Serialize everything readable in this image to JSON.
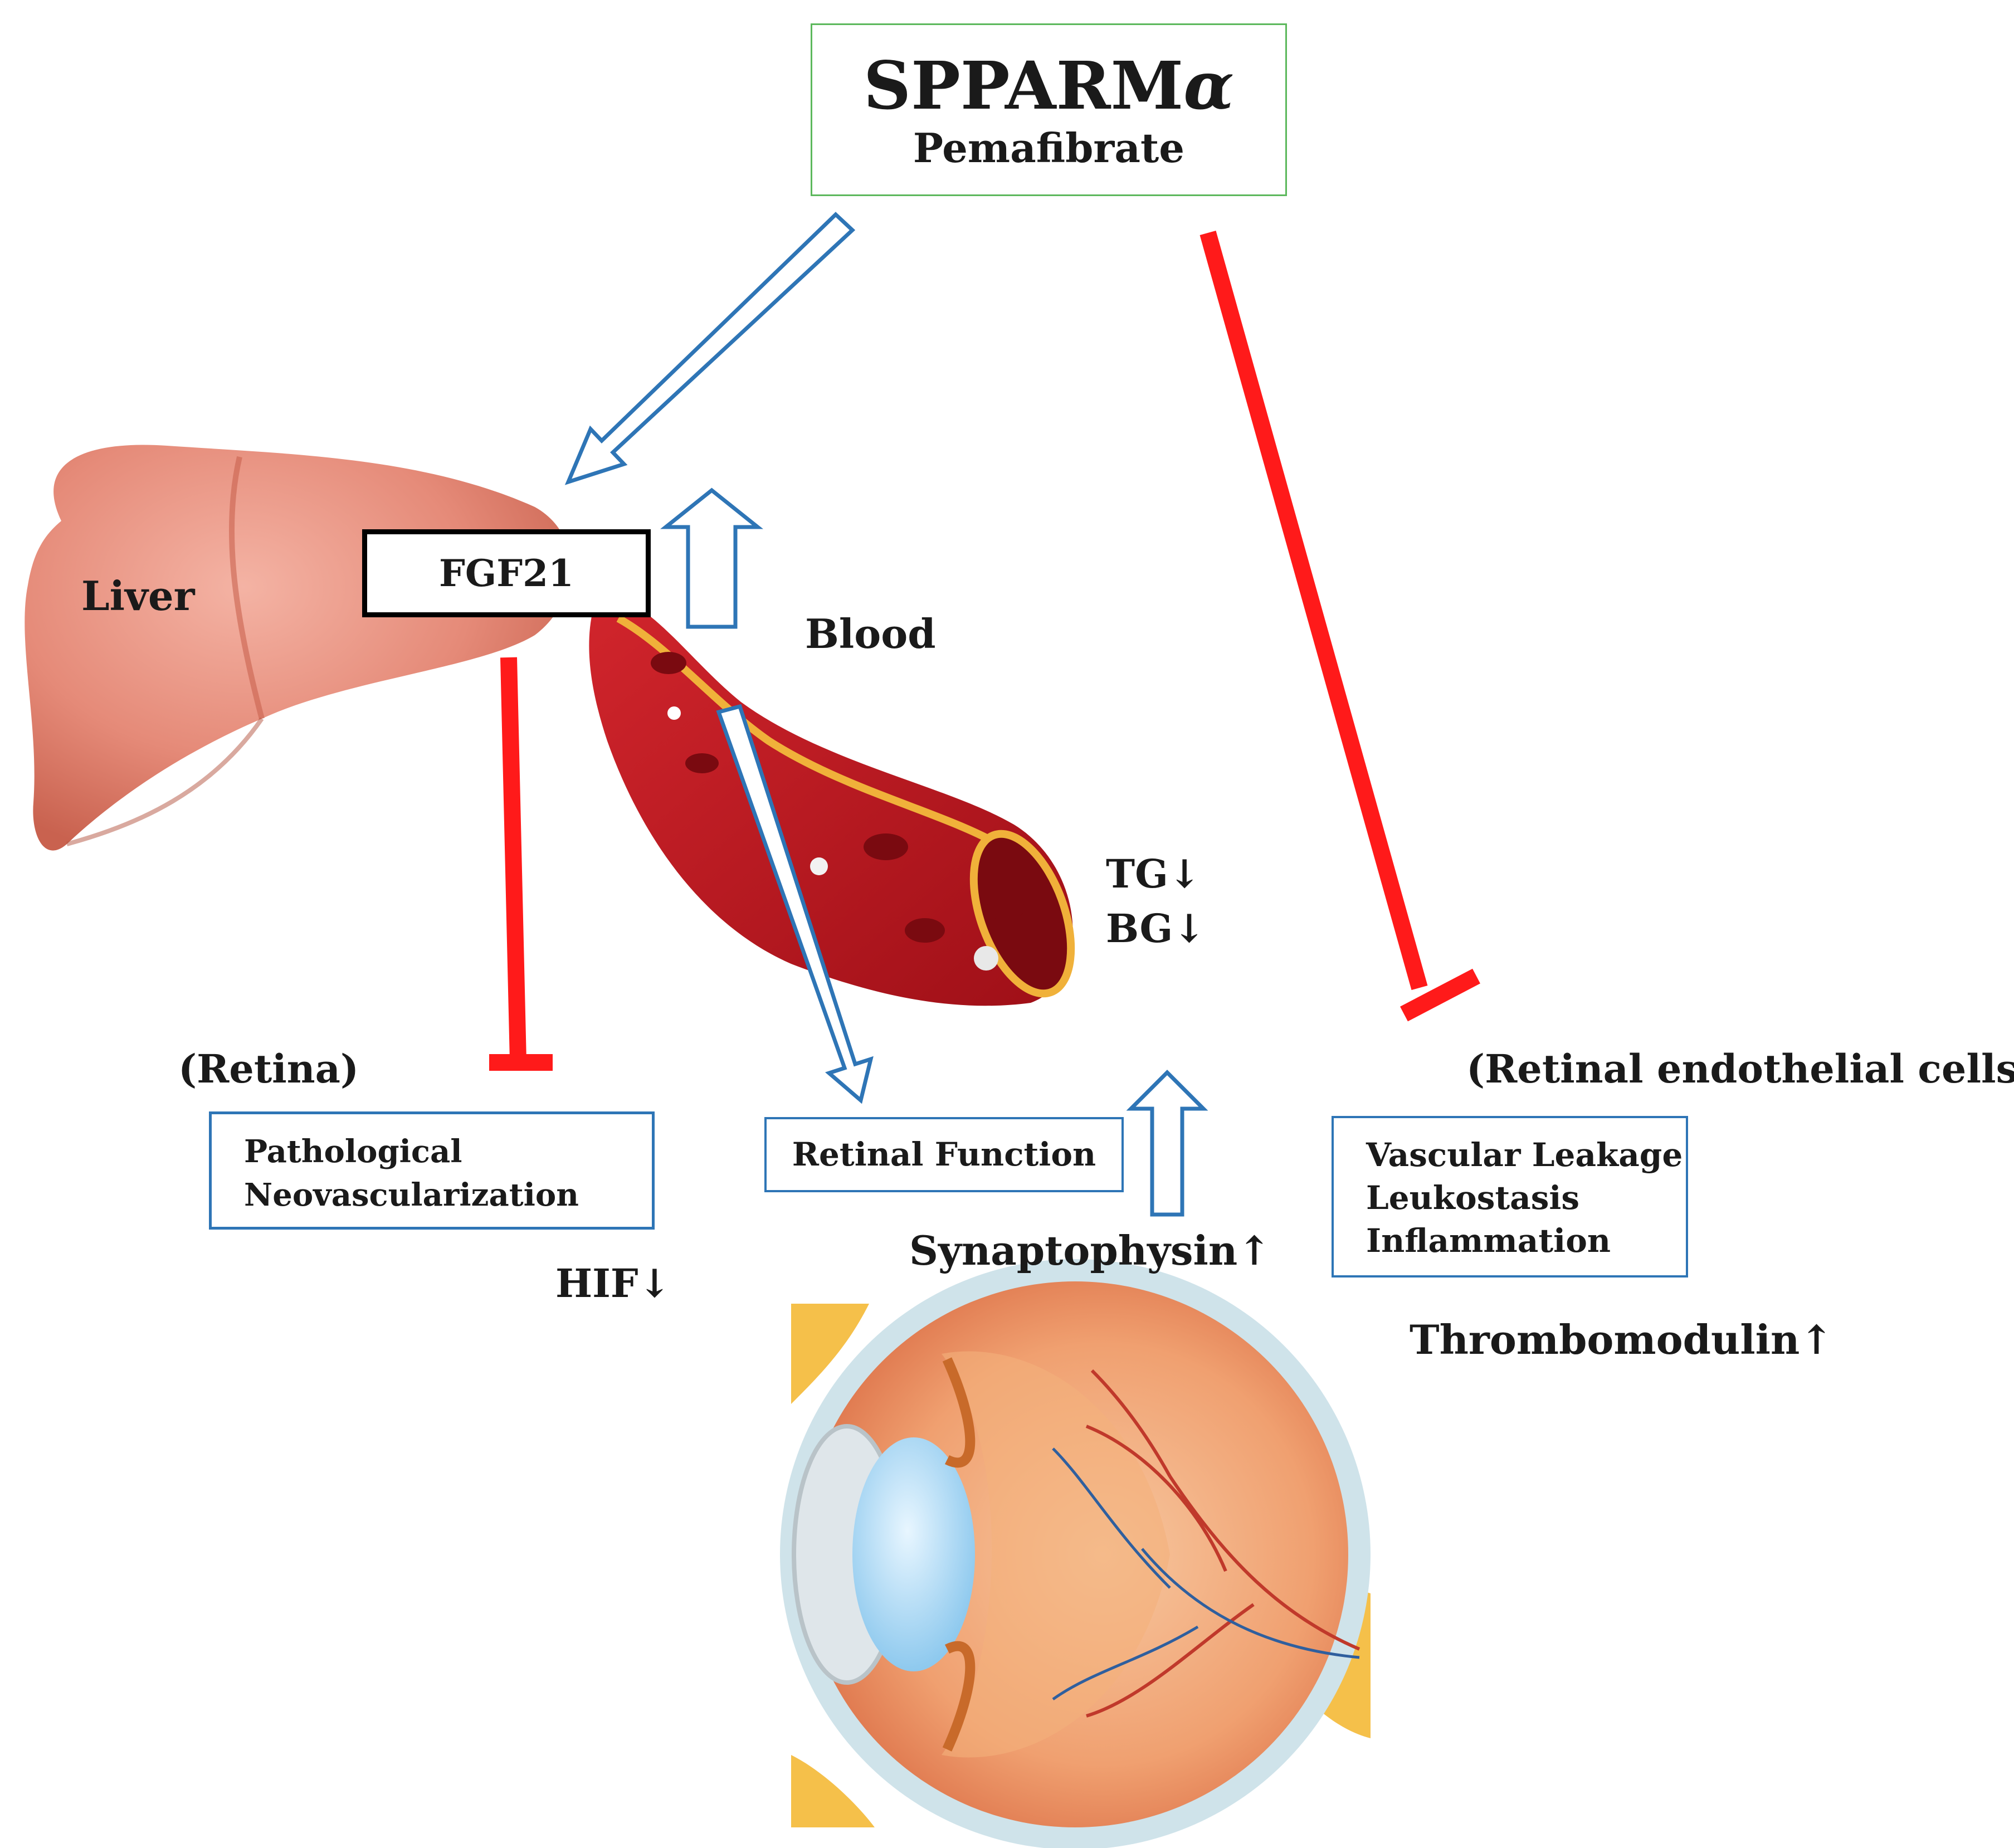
{
  "top_box": {
    "title_main": "SPPARM",
    "title_greek": "α",
    "subtitle": "Pemafibrate"
  },
  "fgf21": "FGF21",
  "organs": {
    "liver": "Liver",
    "blood": "Blood"
  },
  "blood_markers": [
    "TG↓",
    "BG↓"
  ],
  "retina": {
    "heading": "(Retina)",
    "box_lines": [
      "Pathological",
      "Neovascularization"
    ],
    "marker": "HIF↓"
  },
  "retinal_function": {
    "box": "Retinal Function",
    "marker": "Synaptophysin↑"
  },
  "endothelial": {
    "heading": "(Retinal endothelial cells)",
    "box_lines": [
      "Vascular Leakage",
      "Leukostasis",
      "Inflammation"
    ],
    "marker": "Thrombomodulin↑"
  },
  "colors": {
    "inhibition": "#ff1a1a",
    "activation_outline": "#2e75b6",
    "drug_box": "#5cb85c",
    "liver": "#e58a78",
    "vessel": "#b5121b"
  }
}
